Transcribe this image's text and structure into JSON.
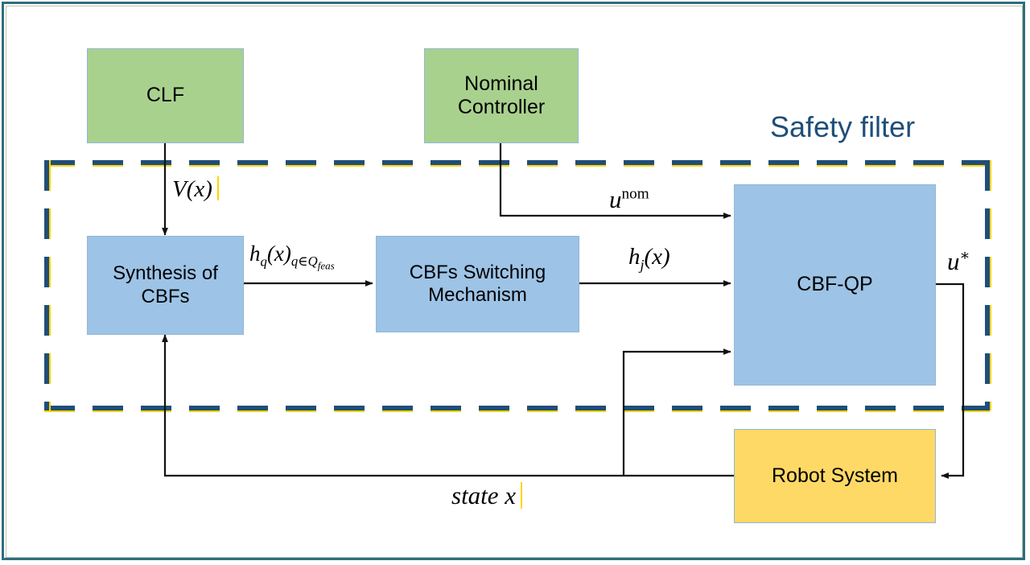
{
  "figure": {
    "title": "Safety filter",
    "title_color": "#1f4e79",
    "frame_color": "#2e6e7e"
  },
  "blocks": [
    {
      "id": "clf",
      "label": "CLF",
      "color": "#a9d18e"
    },
    {
      "id": "nominal",
      "label": "Nominal\nController",
      "color": "#a9d18e"
    },
    {
      "id": "synthesis",
      "label": "Synthesis of\nCBFs",
      "color": "#9dc3e6"
    },
    {
      "id": "switching",
      "label": "CBFs Switching\nMechanism",
      "color": "#9dc3e6"
    },
    {
      "id": "cbfqp",
      "label": "CBF-QP",
      "color": "#9dc3e6"
    },
    {
      "id": "robot",
      "label": "Robot System",
      "color": "#ffd966"
    }
  ],
  "signals": {
    "v_of_x": {
      "base": "V",
      "paren": "(x)"
    },
    "h_q_set": {
      "base": "h",
      "sub": "q",
      "paren": "(x)",
      "sub2": "q",
      "member": "∈",
      "sub2b": "Q",
      "sub3": "feas"
    },
    "u_nom": {
      "base": "u",
      "sup": "nom"
    },
    "h_j_of_x": {
      "base": "h",
      "sub": "j",
      "paren": "(x)"
    },
    "u_star": {
      "base": "u",
      "sup": "∗"
    },
    "state_x": {
      "text": "state  x"
    }
  },
  "arrows": [
    {
      "id": "clf-to-synthesis",
      "from": "clf",
      "to": "synthesis",
      "label": "V(x)"
    },
    {
      "id": "nominal-to-cbfqp",
      "from": "nominal",
      "to": "cbfqp",
      "label": "u^nom"
    },
    {
      "id": "synthesis-to-switching",
      "from": "synthesis",
      "to": "switching",
      "label": "h_q(x)_{q in Q_feas}"
    },
    {
      "id": "switching-to-cbfqp",
      "from": "switching",
      "to": "cbfqp",
      "label": "h_j(x)"
    },
    {
      "id": "cbfqp-to-robot",
      "from": "cbfqp",
      "to": "robot",
      "label": "u*"
    },
    {
      "id": "robot-to-synthesis",
      "from": "robot",
      "to": "synthesis",
      "label": "state x"
    },
    {
      "id": "robot-to-cbfqp-feedback",
      "from": "robot",
      "to": "cbfqp",
      "label": ""
    }
  ]
}
